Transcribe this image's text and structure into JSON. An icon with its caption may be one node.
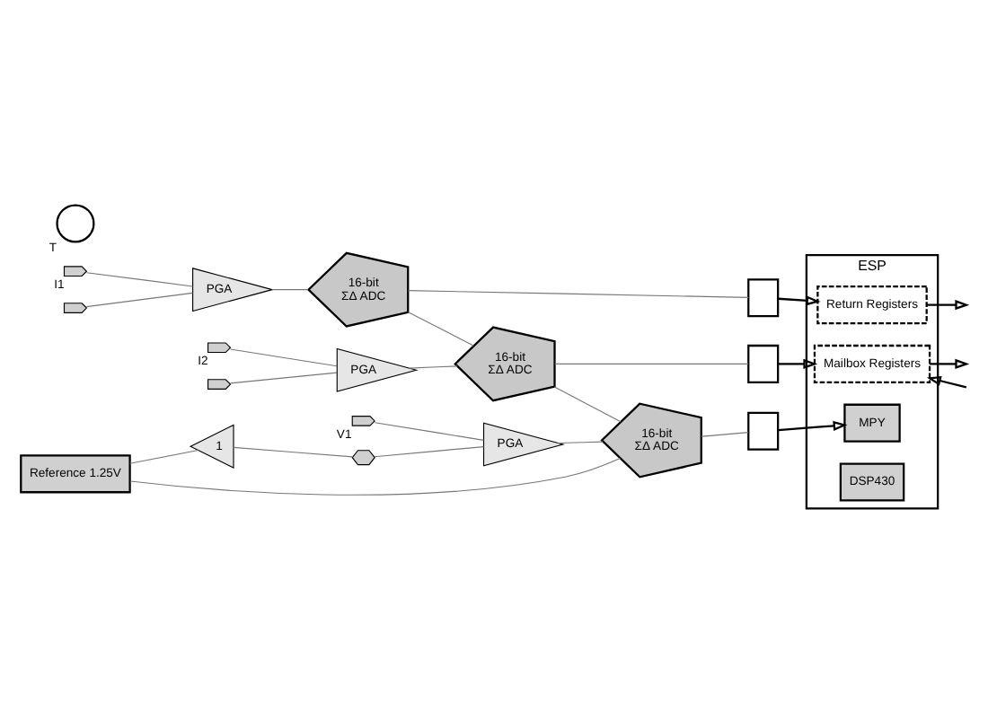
{
  "diagram": {
    "nodes": [
      {
        "text": [],
        "shape": "pentagon",
        "beside": [
          "I1"
        ]
      },
      {
        "text": [],
        "shape": "pentagon"
      },
      {
        "text": [
          "PGA"
        ]
      },
      {
        "text": [
          "16-bit",
          "ΣΔ ADC"
        ]
      },
      {
        "text": [],
        "shape": "box"
      },
      {
        "text": [],
        "shape": "pentagon",
        "beside": [
          "I2"
        ]
      },
      {
        "text": [],
        "shape": "pentagon"
      },
      {
        "text": [
          "PGA"
        ]
      },
      {
        "text": [
          "16-bit",
          "ΣΔ ADC"
        ]
      },
      {
        "text": [],
        "shape": "box"
      },
      {
        "text": [],
        "shape": "pentagon",
        "beside": [
          "V1"
        ]
      },
      {
        "text": [],
        "shape": "hexagon"
      },
      {
        "text": [
          "PGA"
        ]
      },
      {
        "text": [
          "16-bit",
          "ΣΔ ADC"
        ]
      },
      {
        "text": [],
        "shape": "box"
      },
      {
        "text": [],
        "shape": "circle",
        "beside": [
          "T"
        ]
      },
      {
        "text": [
          "1"
        ]
      },
      {
        "text": [
          "Reference 1.25V"
        ]
      },
      {
        "text": [
          "ESP"
        ]
      },
      {
        "text": [
          "Return Registers"
        ],
        "in": 18
      },
      {
        "text": [
          "Mailbox Registers"
        ],
        "in": 18
      },
      {
        "text": [
          "MPY"
        ],
        "in": 18
      },
      {
        "text": [
          "DSP430"
        ],
        "in": 18
      }
    ],
    "edges": [
      {
        "from": 0,
        "to": 2,
        "arrow": "none"
      },
      {
        "from": 1,
        "to": 2,
        "arrow": "none"
      },
      {
        "from": 2,
        "to": 3,
        "arrow": "none"
      },
      {
        "from": 3,
        "to": 4,
        "arrow": "none"
      },
      {
        "from": 4,
        "to": 19,
        "arrow": "to",
        "color": "#000000"
      },
      {
        "from": 5,
        "to": 7,
        "arrow": "none"
      },
      {
        "from": 6,
        "to": 7,
        "arrow": "none"
      },
      {
        "from": 7,
        "to": 8,
        "arrow": "none"
      },
      {
        "from": 8,
        "to": 9,
        "arrow": "none"
      },
      {
        "from": 9,
        "to": 20,
        "arrow": "to",
        "color": "#000000"
      },
      {
        "from": 10,
        "to": 12,
        "arrow": "none"
      },
      {
        "from": 11,
        "to": 12,
        "arrow": "none"
      },
      {
        "from": 12,
        "to": 13,
        "arrow": "none"
      },
      {
        "from": 13,
        "to": 14,
        "arrow": "none"
      },
      {
        "from": 14,
        "to": 21,
        "arrow": "to",
        "color": "#000000"
      },
      {
        "from": 3,
        "to": 8,
        "arrow": "none"
      },
      {
        "from": 8,
        "to": 13,
        "arrow": "none"
      },
      {
        "from": 17,
        "to": 13,
        "arrow": "none"
      },
      {
        "from": 17,
        "to": 16,
        "arrow": "none"
      },
      {
        "from": 16,
        "to": 11,
        "arrow": "none"
      },
      {
        "from": 19,
        "to": null,
        "arrow": "to",
        "color": "#000000"
      },
      {
        "from": null,
        "to": 20,
        "arrow": "to",
        "color": "#000000"
      },
      {
        "from": 20,
        "to": null,
        "arrow": "to",
        "color": "#000000"
      }
    ]
  }
}
